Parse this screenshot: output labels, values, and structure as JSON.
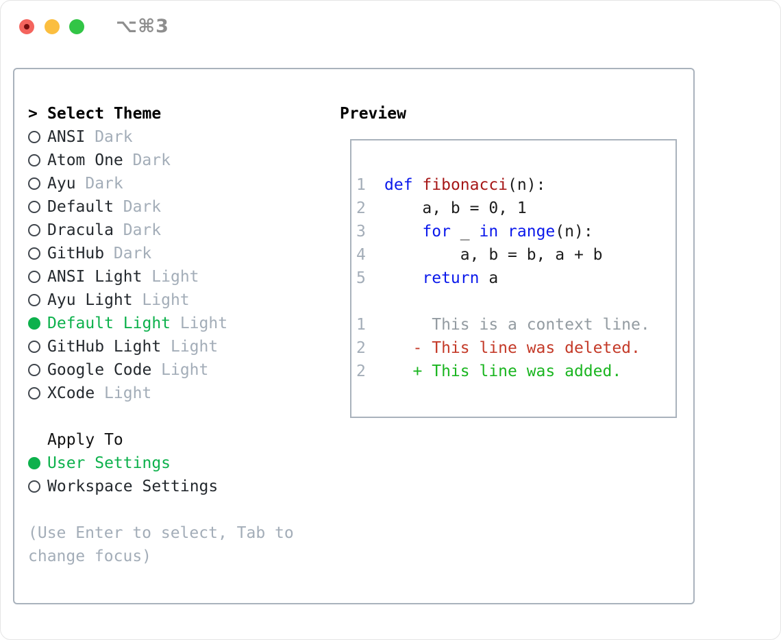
{
  "window": {
    "title": "⌥⌘3",
    "traffic_lights": [
      "close",
      "minimize",
      "zoom"
    ],
    "colors": {
      "close": "#f4645d",
      "minimize": "#fbbe3f",
      "zoom": "#32c546"
    }
  },
  "theme_panel": {
    "header": {
      "prompt": ">",
      "label": "Select Theme"
    },
    "themes": [
      {
        "name": "ANSI",
        "variant": "Dark",
        "selected": false
      },
      {
        "name": "Atom One",
        "variant": "Dark",
        "selected": false
      },
      {
        "name": "Ayu",
        "variant": "Dark",
        "selected": false
      },
      {
        "name": "Default",
        "variant": "Dark",
        "selected": false
      },
      {
        "name": "Dracula",
        "variant": "Dark",
        "selected": false
      },
      {
        "name": "GitHub",
        "variant": "Dark",
        "selected": false
      },
      {
        "name": "ANSI Light",
        "variant": "Light",
        "selected": false
      },
      {
        "name": "Ayu Light",
        "variant": "Light",
        "selected": false
      },
      {
        "name": "Default Light",
        "variant": "Light",
        "selected": true
      },
      {
        "name": "GitHub Light",
        "variant": "Light",
        "selected": false
      },
      {
        "name": "Google Code",
        "variant": "Light",
        "selected": false
      },
      {
        "name": "XCode",
        "variant": "Light",
        "selected": false
      }
    ],
    "apply_to": {
      "label": "Apply To",
      "options": [
        {
          "label": "User Settings",
          "selected": true
        },
        {
          "label": "Workspace Settings",
          "selected": false
        }
      ]
    },
    "help_line1": "(Use Enter to select, Tab to",
    "help_line2": "change focus)",
    "accent_selected": "#0db14c"
  },
  "preview": {
    "heading": "Preview",
    "code_lines": [
      {
        "num": "1",
        "tokens": [
          "def",
          " ",
          "fibonacci",
          "(n):"
        ]
      },
      {
        "num": "2",
        "tokens": [
          "    a, b = 0, 1"
        ]
      },
      {
        "num": "3",
        "tokens": [
          "    ",
          "for",
          " _ ",
          "in",
          " ",
          "range",
          "(n):"
        ]
      },
      {
        "num": "4",
        "tokens": [
          "        a, b = b, a + b"
        ]
      },
      {
        "num": "5",
        "tokens": [
          "    ",
          "return",
          " a"
        ]
      }
    ],
    "diff_lines": [
      {
        "num": "1",
        "text": "     This is a context line.",
        "kind": "context"
      },
      {
        "num": "2",
        "text": "   - This line was deleted.",
        "kind": "deleted"
      },
      {
        "num": "2",
        "text": "   + This line was added.",
        "kind": "added"
      }
    ],
    "syntax_colors": {
      "keyword": "#0a18eb",
      "function": "#a61717",
      "plain": "#1d1d1d",
      "context": "#939ba1",
      "deleted": "#c43a28",
      "added": "#1ab520",
      "line_number": "#a3adb8"
    }
  }
}
